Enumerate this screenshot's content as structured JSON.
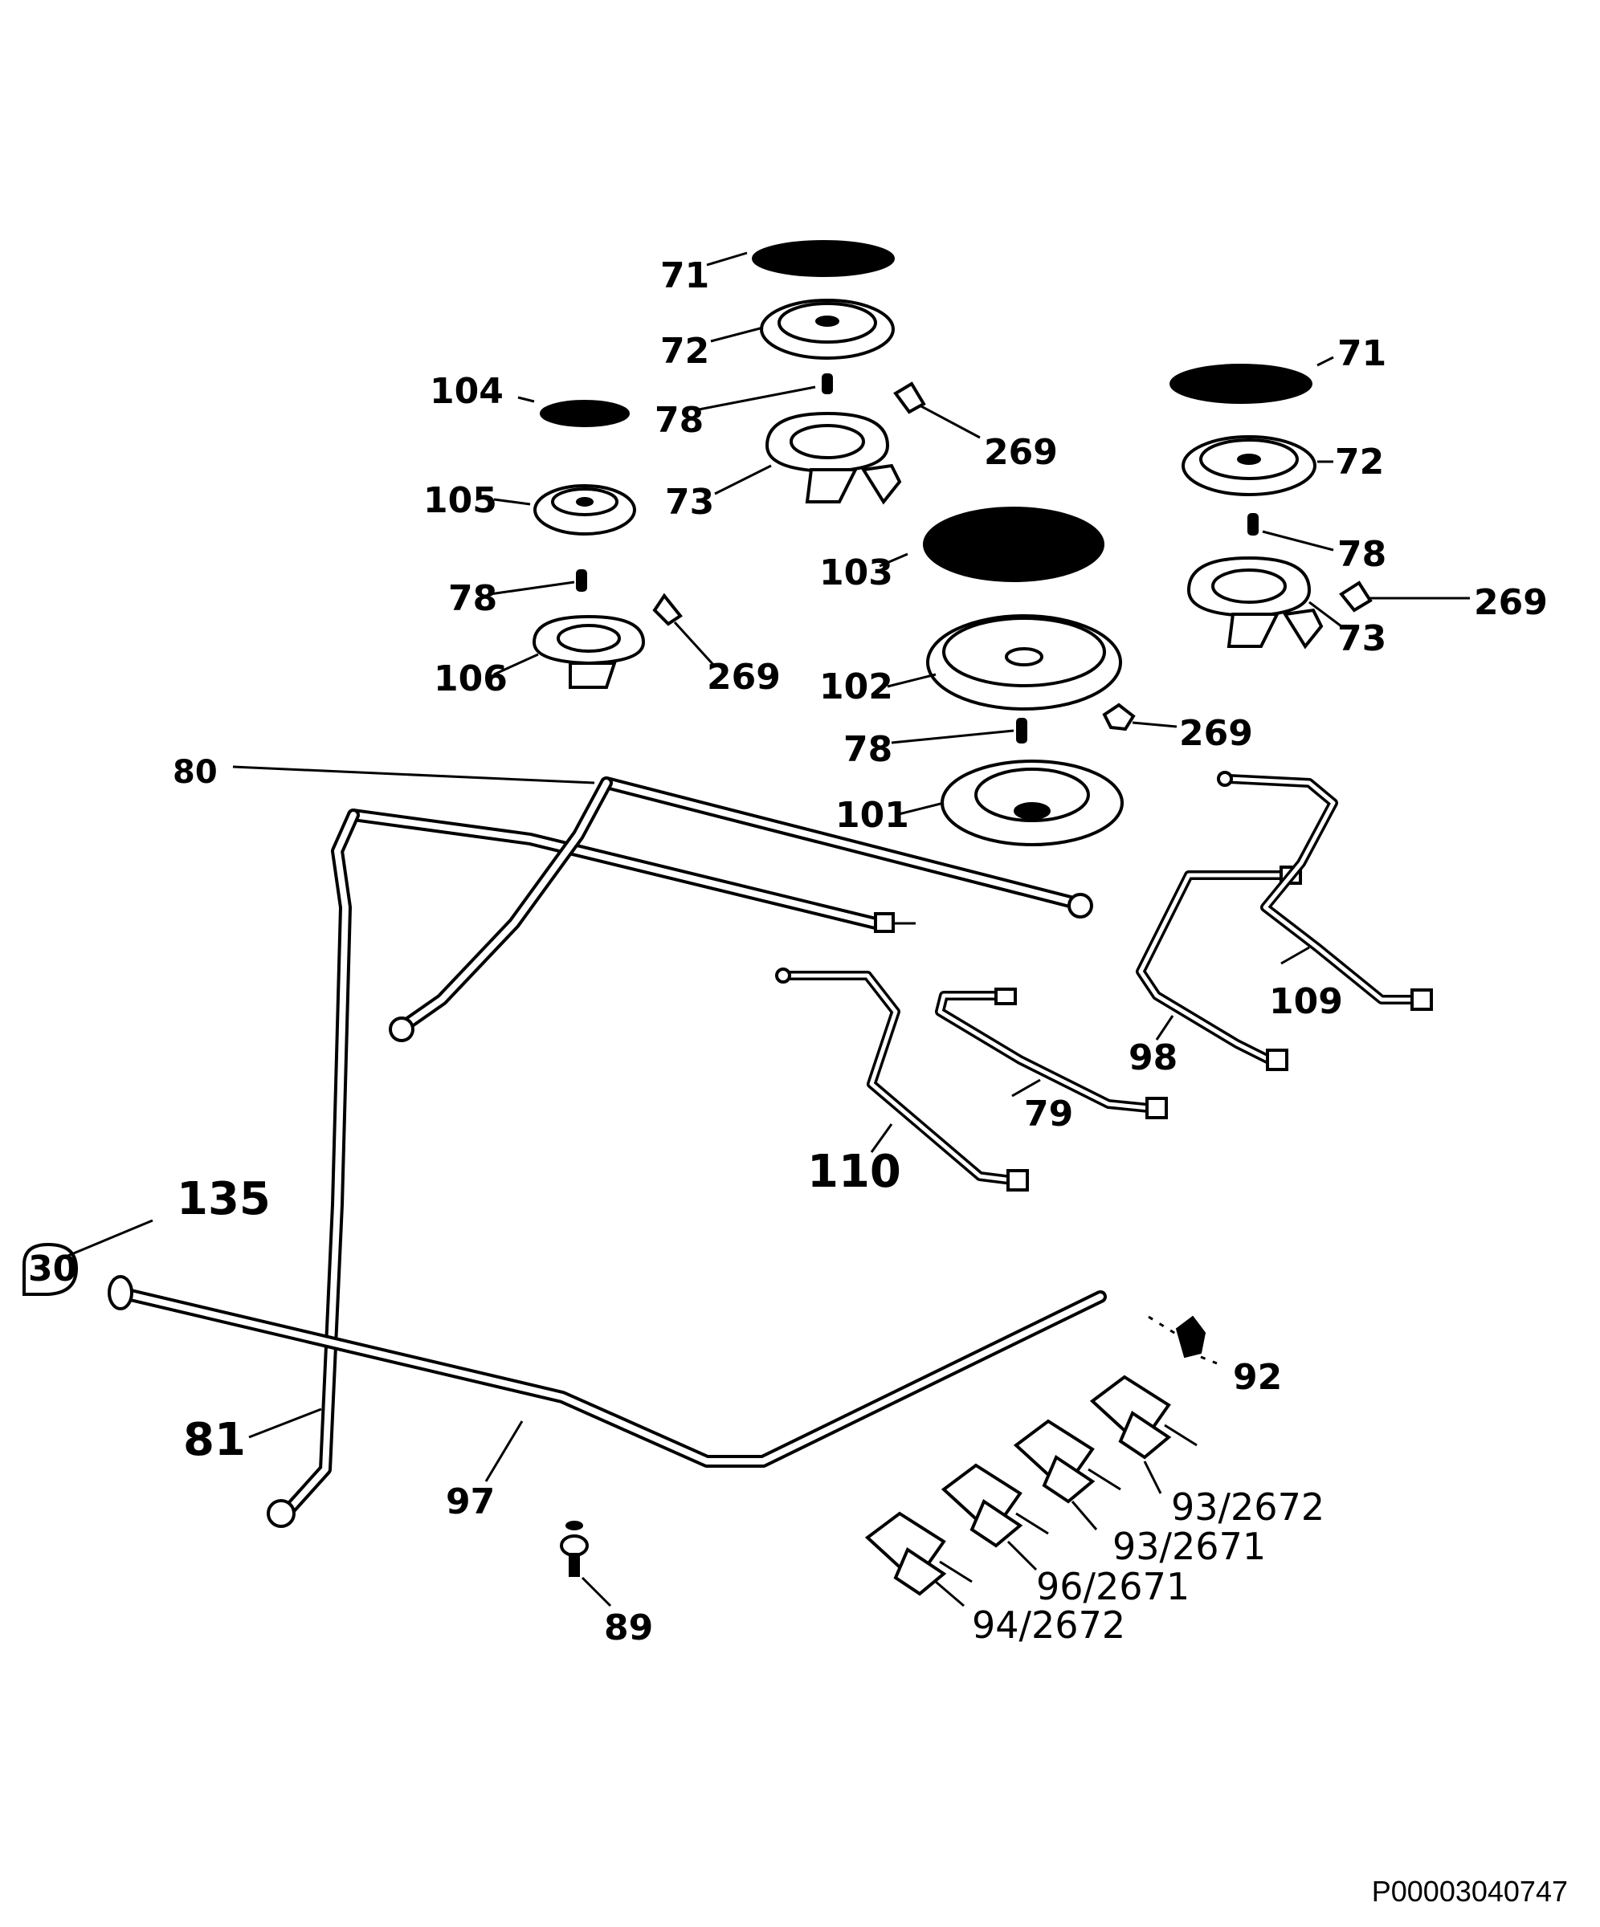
{
  "labels": {
    "cap_71_left": "71",
    "cap_71_right": "71",
    "spreader_72_left": "72",
    "spreader_72_right": "72",
    "cap_104": "104",
    "spreader_105": "105",
    "cap_103": "103",
    "spreader_102": "102",
    "body_101": "101",
    "body_106": "106",
    "body_73_left": "73",
    "body_73_right": "73",
    "injector_78_a": "78",
    "injector_78_b": "78",
    "injector_78_c": "78",
    "injector_78_d": "78",
    "electrode_269_a": "269",
    "electrode_269_b": "269",
    "electrode_269_c": "269",
    "electrode_269_d": "269",
    "pipe_80": "80",
    "pipe_81": "81",
    "pipe_97": "97",
    "pipe_79": "79",
    "pipe_98": "98",
    "pipe_109": "109",
    "pipe_110": "110",
    "fitting_135": "135",
    "clip_92": "92",
    "screw_89": "89",
    "valve_93_2672": "93/2672",
    "valve_93_2671": "93/2671",
    "valve_96_2671": "96/2671",
    "valve_94_2672": "94/2672"
  },
  "reference": "P00003040747"
}
